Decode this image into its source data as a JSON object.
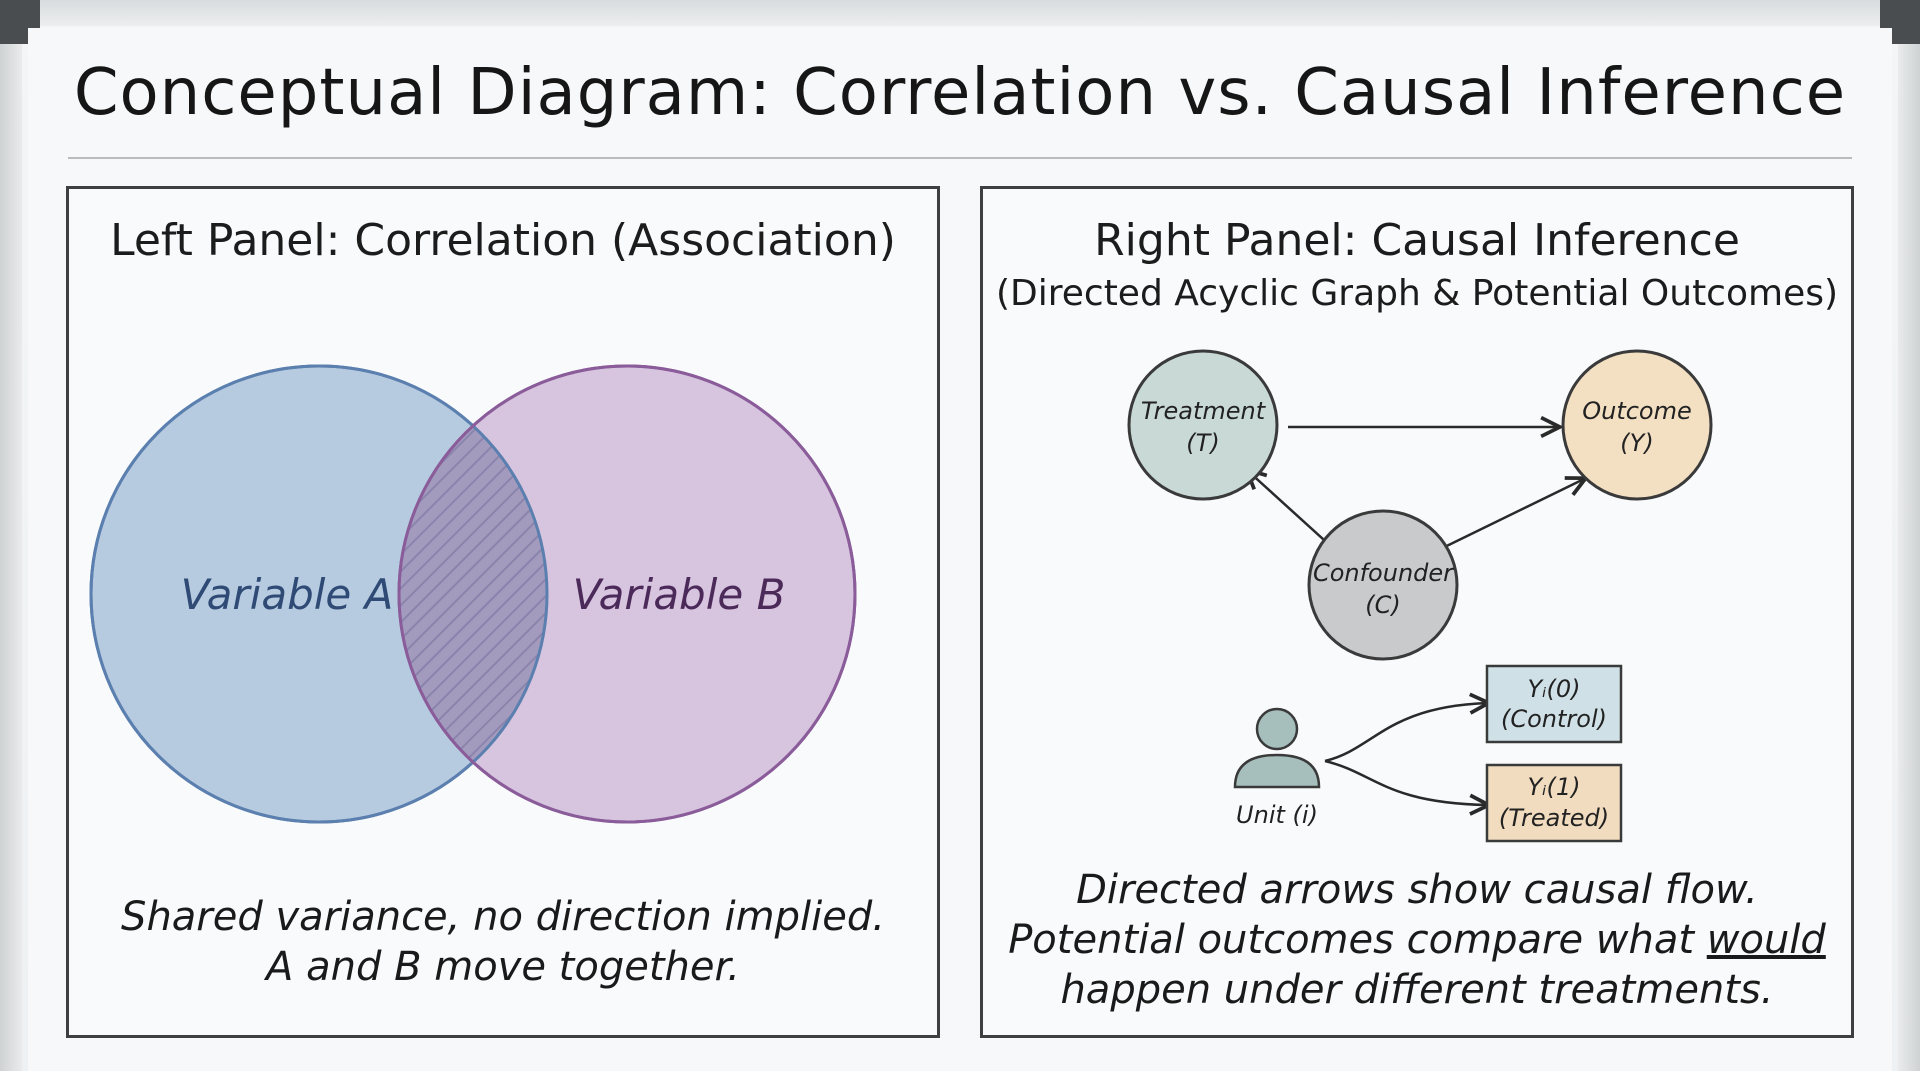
{
  "title": "Conceptual Diagram: Correlation vs. Causal Inference",
  "left_panel": {
    "title": "Left Panel: Correlation (Association)",
    "variable_a": "Variable A",
    "variable_b": "Variable B",
    "caption_line1": "Shared variance, no direction implied.",
    "caption_line2": "A and B move together.",
    "colors": {
      "a_fill": "#b7cbe0",
      "a_stroke": "#5b7fae",
      "b_fill": "#d4bfdc",
      "b_stroke": "#8a5c9a"
    }
  },
  "right_panel": {
    "title": "Right Panel: Causal Inference",
    "subtitle": "(Directed Acyclic Graph & Potential Outcomes)",
    "nodes": {
      "treatment": {
        "label": "Treatment",
        "symbol": "(T)",
        "fill": "#c9dad6"
      },
      "outcome": {
        "label": "Outcome",
        "symbol": "(Y)",
        "fill": "#f3dfc2"
      },
      "confounder": {
        "label": "Confounder",
        "symbol": "(C)",
        "fill": "#c9cacb"
      }
    },
    "unit_label": "Unit (i)",
    "unit_icon": "person-icon",
    "potential_outcomes": {
      "control": {
        "value": "Yᵢ(0)",
        "label": "(Control)",
        "fill": "#cfe1e6"
      },
      "treated": {
        "value": "Yᵢ(1)",
        "label": "(Treated)",
        "fill": "#f1dcc0"
      }
    },
    "caption_line1": "Directed arrows show causal flow.",
    "caption_line2_pre": "Potential outcomes compare what ",
    "caption_line2_em": "would",
    "caption_line3": "happen under different treatments."
  }
}
